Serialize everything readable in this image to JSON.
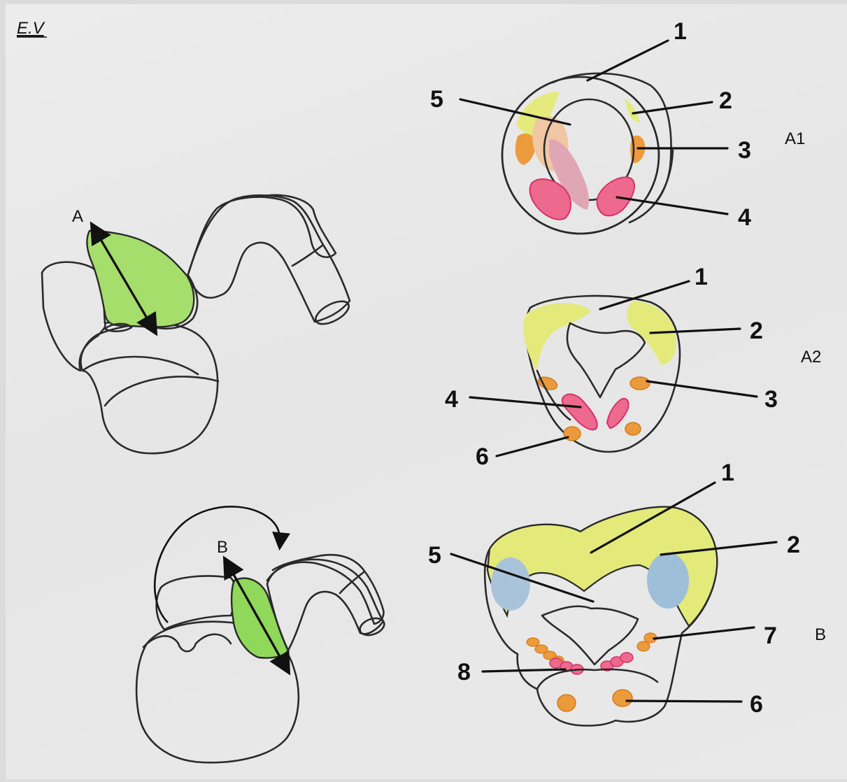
{
  "corner_label": "E.V",
  "embryo_labels": {
    "a": "A",
    "b": "B"
  },
  "section_labels": {
    "a1": "A1",
    "a2": "A2",
    "b": "B"
  },
  "a1_numbers": {
    "n1": "1",
    "n2": "2",
    "n3": "3",
    "n4": "4",
    "n5": "5"
  },
  "a2_numbers": {
    "n1": "1",
    "n2": "2",
    "n3": "3",
    "n4": "4",
    "n6": "6"
  },
  "b_numbers": {
    "n1": "1",
    "n2": "2",
    "n5": "5",
    "n6": "6",
    "n7": "7",
    "n8": "8"
  },
  "colors": {
    "paper": "#e8e8e8",
    "blue": "#b7cbdd",
    "yellow": "#e4ea7a",
    "orange": "#ec9b3c",
    "pink": "#ee6a8c",
    "green": "#a6de6c",
    "gray": "#d4d4d4"
  }
}
